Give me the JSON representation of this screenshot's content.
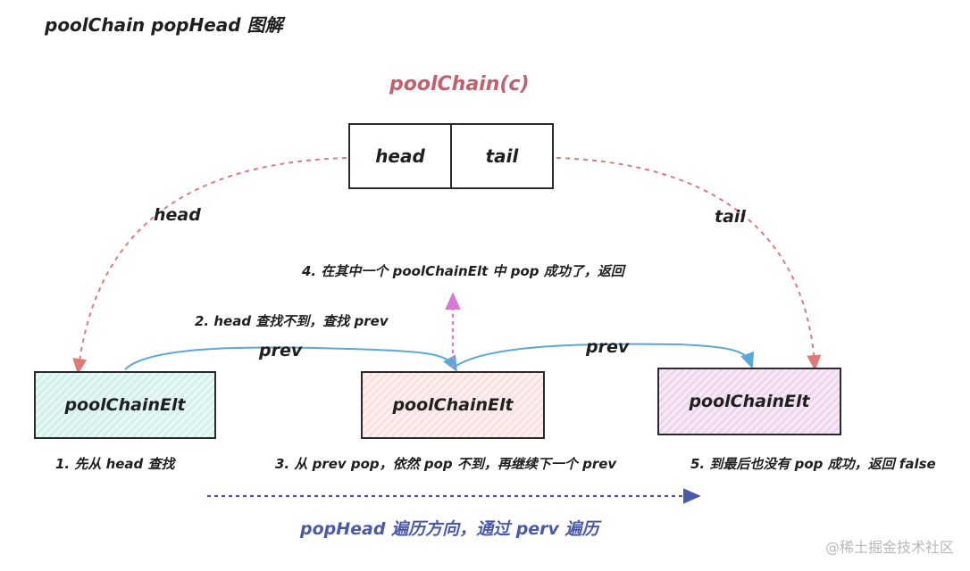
{
  "title": "poolChain popHead 图解",
  "chain": {
    "name": "poolChain(c)",
    "head": "head",
    "tail": "tail"
  },
  "elements": [
    {
      "label": "poolChainElt",
      "fill": "#d3f1ec"
    },
    {
      "label": "poolChainElt",
      "fill": "#f9e1e1"
    },
    {
      "label": "poolChainElt",
      "fill": "#eed6ef"
    }
  ],
  "edges": {
    "head_label": "head",
    "tail_label": "tail",
    "prev_label_1": "prev",
    "prev_label_2": "prev"
  },
  "steps": {
    "step1": "1. 先从 head 查找",
    "step2": "2. head 查找不到，查找 prev",
    "step3": "3. 从 prev pop，依然 pop 不到，再继续下一个 prev",
    "step4": "4. 在其中一个 poolChainElt 中 pop 成功了，返回",
    "step5": "5. 到最后也没有 pop 成功，返回 false"
  },
  "direction_label": "popHead 遍历方向，通过 perv 遍历",
  "watermark": "@稀土掘金技术社区",
  "colors": {
    "head_tail_arrow": "#e07a7a",
    "prev_arrow": "#5aa8d8",
    "success_arrow": "#d77ad6",
    "direction_arrow": "#4a5aa8",
    "chain_title": "#c0616d"
  }
}
